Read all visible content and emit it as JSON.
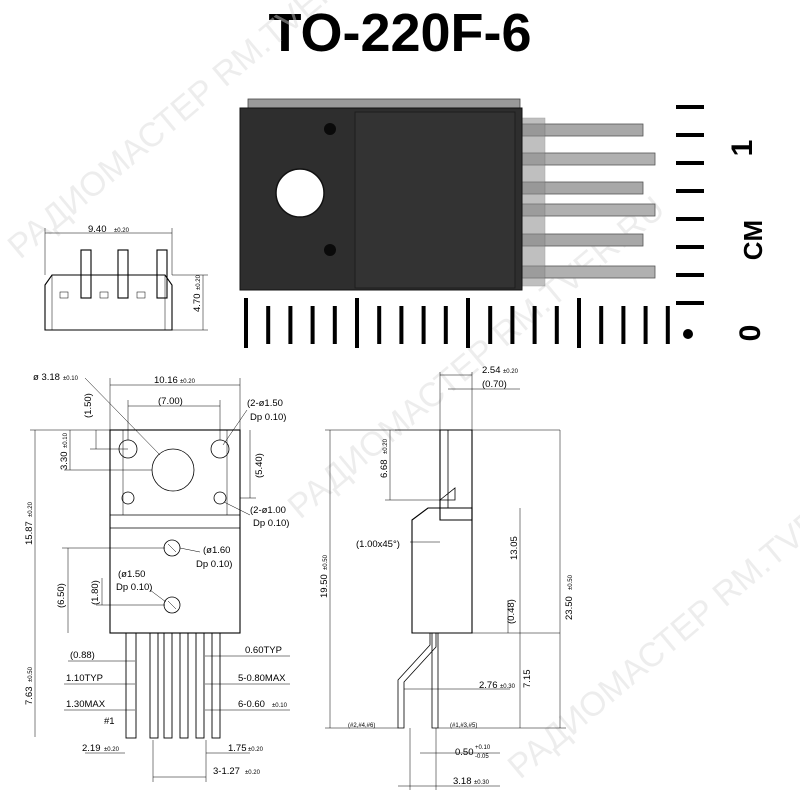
{
  "title": "TO-220F-6",
  "ruler": {
    "label_one": "1",
    "label_cm": "CM",
    "label_zero": "0"
  },
  "watermark": {
    "text": "РАДИОМАСТЕР  RM.TVER.RU"
  },
  "end_view": {
    "width": "9.40",
    "width_tol": "±0.20",
    "height": "4.70",
    "height_tol": "±0.20"
  },
  "front_view": {
    "hole_dia": "ø 3.18",
    "hole_dia_tol": "±0.10",
    "width": "10.16",
    "width_tol": "±0.20",
    "hole_spacing": "(7.00)",
    "hole_offset": "(1.50)",
    "top_pin_holes": "(2-ø1.50",
    "top_pin_holes_dp": "Dp 0.10)",
    "hole_height": "3.30",
    "hole_height_tol": "±0.10",
    "upper_span": "(5.40)",
    "mid_holes": "(2-ø1.00",
    "mid_holes_dp": "Dp 0.10)",
    "body_height": "15.87",
    "body_height_tol": "±0.20",
    "lower_hole": "(ø1.60",
    "lower_hole_dp": "Dp 0.10)",
    "lower_hole2": "(ø1.50",
    "lower_hole2_dp": "Dp 0.10)",
    "dim_650": "(6.50)",
    "dim_180": "(1.80)",
    "lead_gap": "(0.88)",
    "lead_w_typ": "0.60TYP",
    "lead_len": "7.63",
    "lead_len_tol": "±0.50",
    "lead_110": "1.10TYP",
    "lead_130": "1.30MAX",
    "lead_5": "5-0.80MAX",
    "lead_6": "6-0.60",
    "lead_6_tol": "±0.10",
    "pin1": "#1",
    "pitch_left": "2.19",
    "pitch_left_tol": "±0.20",
    "pitch_right": "1.75",
    "pitch_right_tol": "±0.20",
    "pitch_main": "3-1.27",
    "pitch_main_tol": "±0.20"
  },
  "side_view": {
    "thickness": "2.54",
    "thickness_tol": "±0.20",
    "thin": "(0.70)",
    "top_h": "6.68",
    "top_h_tol": "±0.20",
    "chamfer": "(1.00x45°)",
    "total_h": "19.50",
    "total_h_tol": "±0.50",
    "body_1305": "13.05",
    "overall": "23.50",
    "overall_tol": "±0.50",
    "dim_048": "(0.48)",
    "dim_715": "7.15",
    "offset": "2.76",
    "offset_tol": "±0.30",
    "pins_246": "(#2,#4,#6)",
    "pins_135": "(#1,#3,#5)",
    "lead_t": "0.50",
    "lead_t_tol_up": "+0.10",
    "lead_t_tol_dn": "-0.05",
    "foot": "3.18",
    "foot_tol": "±0.30"
  }
}
